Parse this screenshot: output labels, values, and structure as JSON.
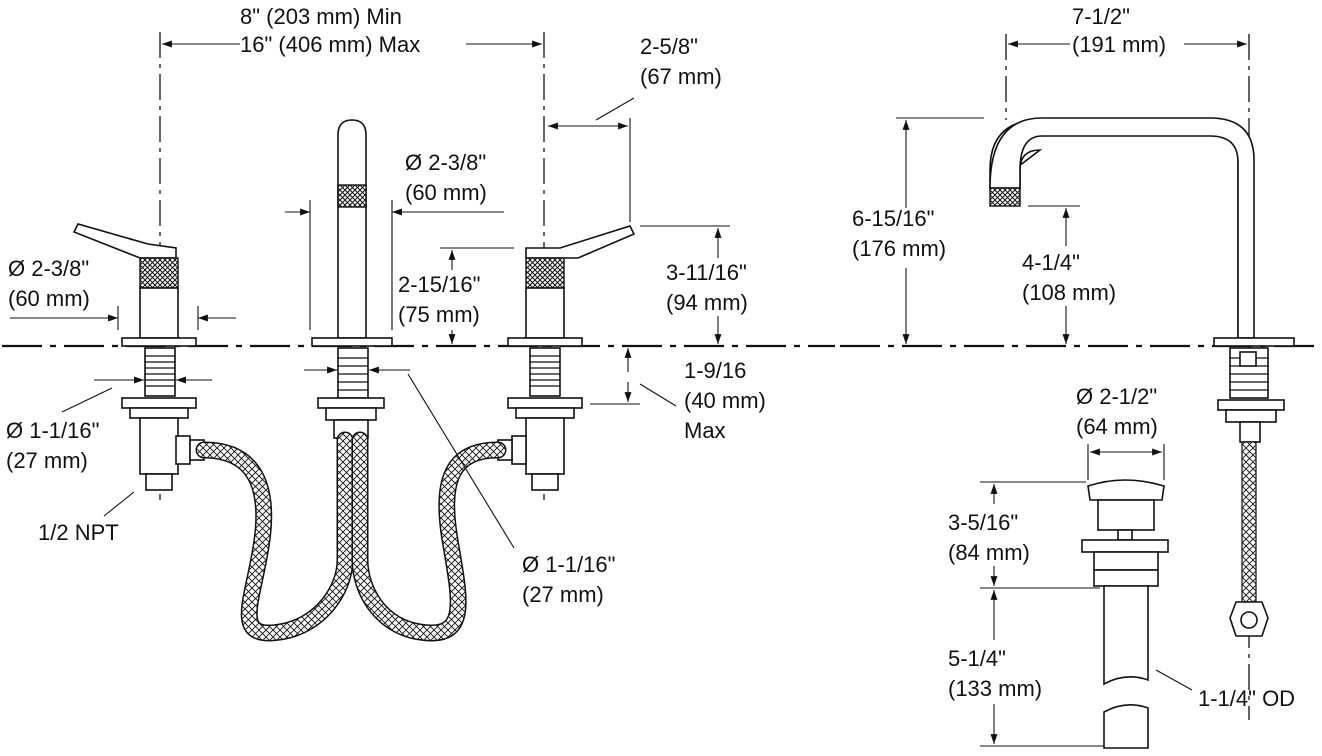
{
  "dimensions": {
    "spread_min": "8\" (203 mm) Min",
    "spread_max": "16\" (406 mm) Max",
    "handle_diameter_in": "Ø 2-3/8\"",
    "handle_diameter_mm": "(60 mm)",
    "spout_diameter_in": "Ø 2-3/8\"",
    "spout_diameter_mm": "(60 mm)",
    "spout_base_height_in": "2-15/16\"",
    "spout_base_height_mm": "(75 mm)",
    "lever_reach_in": "2-5/8\"",
    "lever_reach_mm": "(67 mm)",
    "lever_height_in": "3-11/16\"",
    "lever_height_mm": "(94 mm)",
    "shank_diameter_left_in": "Ø 1-1/16\"",
    "shank_diameter_left_mm": "(27 mm)",
    "connection": "1/2 NPT",
    "shank_diameter_center_in": "Ø 1-1/16\"",
    "shank_diameter_center_mm": "(27 mm)",
    "deck_thickness_in": "1-9/16",
    "deck_thickness_mm": "(40 mm)",
    "deck_thickness_note": "Max",
    "spout_reach_in": "7-1/2\"",
    "spout_reach_mm": "(191 mm)",
    "spout_height_in": "6-15/16\"",
    "spout_height_mm": "(176 mm)",
    "spout_clearance_in": "4-1/4\"",
    "spout_clearance_mm": "(108 mm)",
    "drain_diameter_in": "Ø 2-1/2\"",
    "drain_diameter_mm": "(64 mm)",
    "drain_body_in": "3-5/16\"",
    "drain_body_mm": "(84 mm)",
    "tailpiece_in": "5-1/4\"",
    "tailpiece_mm": "(133 mm)",
    "tailpiece_od": "1-1/4\" OD"
  }
}
